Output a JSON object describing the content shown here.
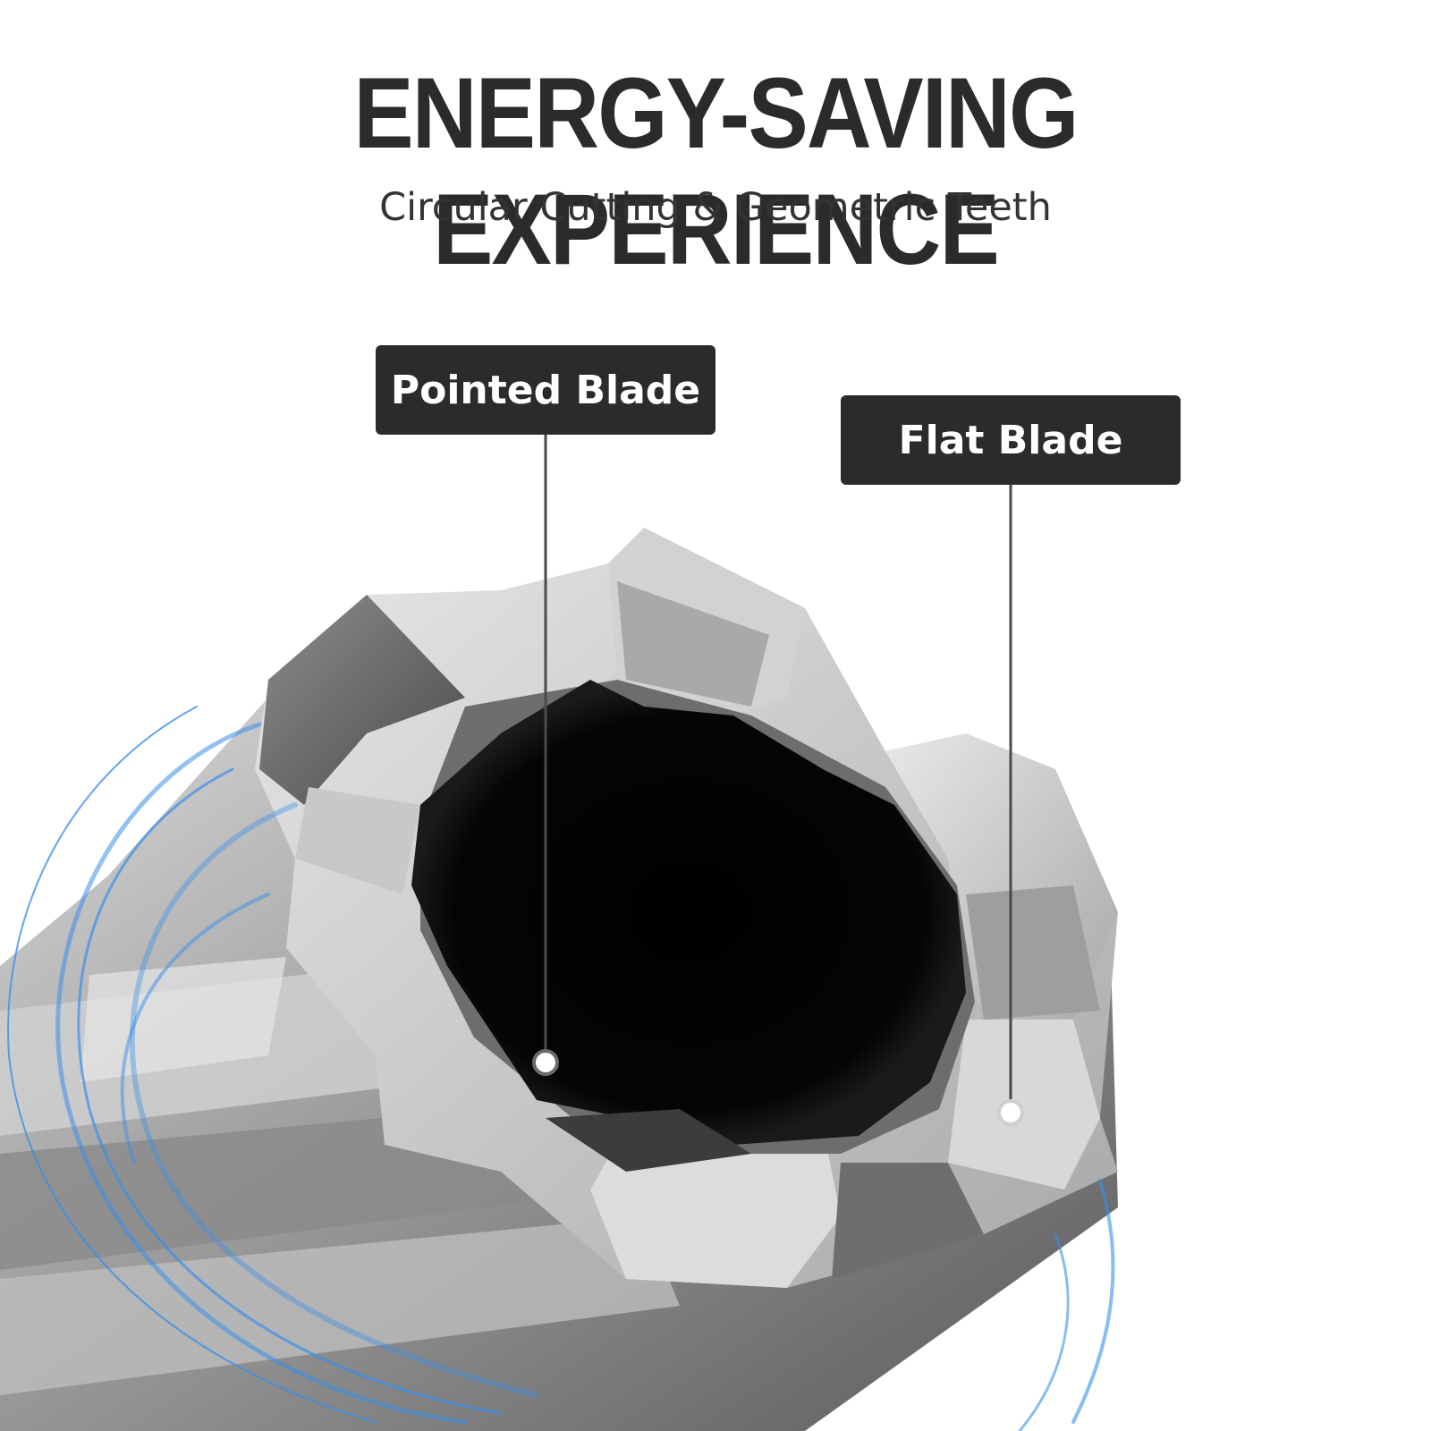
{
  "header": {
    "title": "ENERGY-SAVING EXPERIENCE",
    "subtitle": "Circular Cutting & Geometric Teeth"
  },
  "callouts": {
    "pointed_blade": "Pointed Blade",
    "flat_blade": "Flat Blade"
  },
  "colors": {
    "callout_bg": "#2b2b2b",
    "swirl": "#3a8fe8",
    "steel": "#b9b9b9"
  }
}
